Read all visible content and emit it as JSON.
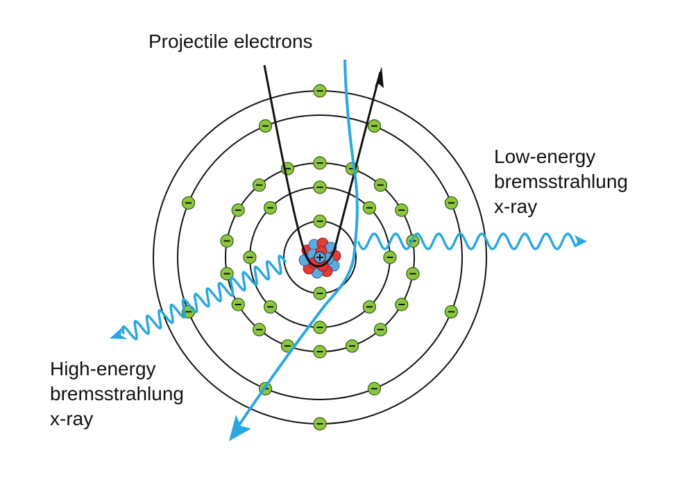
{
  "labels": {
    "projectile": "Projectile electrons",
    "low_energy": [
      "Low-energy",
      "bremsstrahlung",
      "x-ray"
    ],
    "high_energy": [
      "High-energy",
      "bremsstrahlung",
      "x-ray"
    ]
  },
  "colors": {
    "projectile_path": "#111111",
    "deflected_path": "#29a8e0",
    "electron": "#8cc63f",
    "proton": "#e03a3a",
    "neutron": "#5fa9e0"
  },
  "icons": {
    "electron": "minus-sign",
    "nucleus": "plus-sign"
  }
}
